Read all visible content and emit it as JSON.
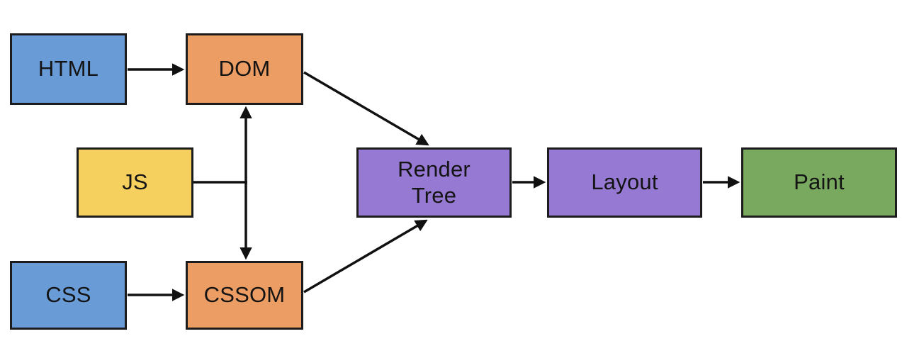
{
  "diagram": {
    "name": "browser-rendering-pipeline",
    "nodes": [
      {
        "id": "html",
        "label": "HTML",
        "fill": "#699bd7"
      },
      {
        "id": "dom",
        "label": "DOM",
        "fill": "#ec9d63"
      },
      {
        "id": "js",
        "label": "JS",
        "fill": "#f6d05e"
      },
      {
        "id": "css",
        "label": "CSS",
        "fill": "#699bd7"
      },
      {
        "id": "cssom",
        "label": "CSSOM",
        "fill": "#ec9d63"
      },
      {
        "id": "render-tree",
        "label": "Render\nTree",
        "fill": "#9679d2"
      },
      {
        "id": "layout",
        "label": "Layout",
        "fill": "#9679d2"
      },
      {
        "id": "paint",
        "label": "Paint",
        "fill": "#79a95f"
      }
    ],
    "edges": [
      {
        "from": "html",
        "to": "dom",
        "style": "arrow"
      },
      {
        "from": "css",
        "to": "cssom",
        "style": "arrow"
      },
      {
        "from": "dom",
        "to": "cssom",
        "style": "double-arrow"
      },
      {
        "from": "js",
        "to": "dom-cssom-link",
        "style": "plain-line"
      },
      {
        "from": "dom",
        "to": "render-tree",
        "style": "arrow"
      },
      {
        "from": "cssom",
        "to": "render-tree",
        "style": "arrow"
      },
      {
        "from": "render-tree",
        "to": "layout",
        "style": "arrow"
      },
      {
        "from": "layout",
        "to": "paint",
        "style": "arrow"
      }
    ],
    "colors": {
      "background": "#ffffff",
      "node_border": "#1c1c1c",
      "arrow": "#111111",
      "text": "#141414"
    }
  }
}
